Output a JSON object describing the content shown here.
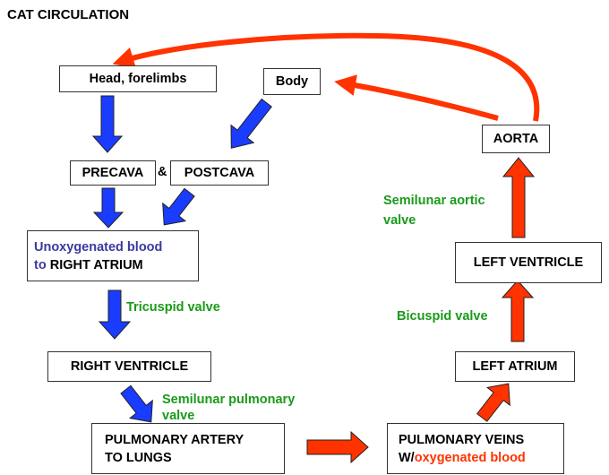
{
  "title": "CAT CIRCULATION",
  "nodes": {
    "head_forelimbs": "Head, forelimbs",
    "body": "Body",
    "precava": "PRECAVA",
    "ampersand": "&",
    "postcava": "POSTCAVA",
    "right_atrium_part1": "Unoxygenated blood",
    "right_atrium_part2": "to",
    "right_atrium_part3": "RIGHT ATRIUM",
    "right_ventricle": "RIGHT VENTRICLE",
    "pulmonary_artery_line1": "PULMONARY ARTERY",
    "pulmonary_artery_line2": "TO LUNGS",
    "pulmonary_veins_line1": "PULMONARY VEINS",
    "pulmonary_veins_line2a": "W/",
    "pulmonary_veins_line2b": "oxygenated blood",
    "left_atrium": "LEFT ATRIUM",
    "left_ventricle": "LEFT VENTRICLE",
    "aorta": "AORTA"
  },
  "valves": {
    "tricuspid": "Tricuspid valve",
    "semilunar_pulmonary_line1": "Semilunar pulmonary",
    "semilunar_pulmonary_line2": "valve",
    "bicuspid": "Bicuspid valve",
    "semilunar_aortic_line1": "Semilunar aortic",
    "semilunar_aortic_line2": "valve"
  },
  "colors": {
    "unoxygenated_arrow": "#1a3cff",
    "oxygenated_arrow": "#ff3300",
    "valve_text": "#1a9a1a",
    "unoxygenated_text": "#3a3aa0"
  }
}
